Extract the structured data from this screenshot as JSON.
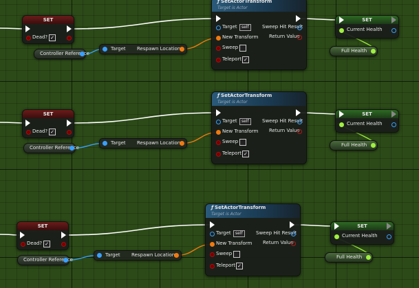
{
  "colors": {
    "exec": "#ffffff",
    "object_wire": "#3aa0ff",
    "transform_wire": "#f07a10",
    "float_wire": "#a0f040",
    "set_header": "#6a1c1a",
    "fn_header": "#2a5a7a"
  },
  "groups": [
    {
      "set_bool": {
        "title": "SET",
        "var_label": "Dead?",
        "checked": "✓"
      },
      "controller_ref": "Controller Reference",
      "get_location": {
        "target": "Target",
        "output": "Respawn Location"
      },
      "set_transform": {
        "title": "SetActorTransform",
        "subtitle": "Target is Actor",
        "pins": {
          "target": "Target",
          "self": "self",
          "new_transform": "New Transform",
          "sweep": "Sweep",
          "teleport": "Teleport",
          "teleport_checked": "✓",
          "sweep_hit": "Sweep Hit Result",
          "return_value": "Return Value"
        }
      },
      "set_health": {
        "title": "SET",
        "var_label": "Current Health"
      },
      "full_health": "Full Health"
    },
    {
      "set_bool": {
        "title": "SET",
        "var_label": "Dead?",
        "checked": "✓"
      },
      "controller_ref": "Controller Reference",
      "get_location": {
        "target": "Target",
        "output": "Respawn Location"
      },
      "set_transform": {
        "title": "SetActorTransform",
        "subtitle": "Target is Actor",
        "pins": {
          "target": "Target",
          "self": "self",
          "new_transform": "New Transform",
          "sweep": "Sweep",
          "teleport": "Teleport",
          "teleport_checked": "✓",
          "sweep_hit": "Sweep Hit Result",
          "return_value": "Return Value"
        }
      },
      "set_health": {
        "title": "SET",
        "var_label": "Current Health"
      },
      "full_health": "Full Health"
    },
    {
      "set_bool": {
        "title": "SET",
        "var_label": "Dead?",
        "checked": "✓"
      },
      "controller_ref": "Controller Reference",
      "get_location": {
        "target": "Target",
        "output": "Respawn Location"
      },
      "set_transform": {
        "title": "SetActorTransform",
        "subtitle": "Target is Actor",
        "pins": {
          "target": "Target",
          "self": "self",
          "new_transform": "New Transform",
          "sweep": "Sweep",
          "teleport": "Teleport",
          "teleport_checked": "✓",
          "sweep_hit": "Sweep Hit Result",
          "return_value": "Return Value"
        }
      },
      "set_health": {
        "title": "SET",
        "var_label": "Current Health"
      },
      "full_health": "Full Health"
    }
  ]
}
